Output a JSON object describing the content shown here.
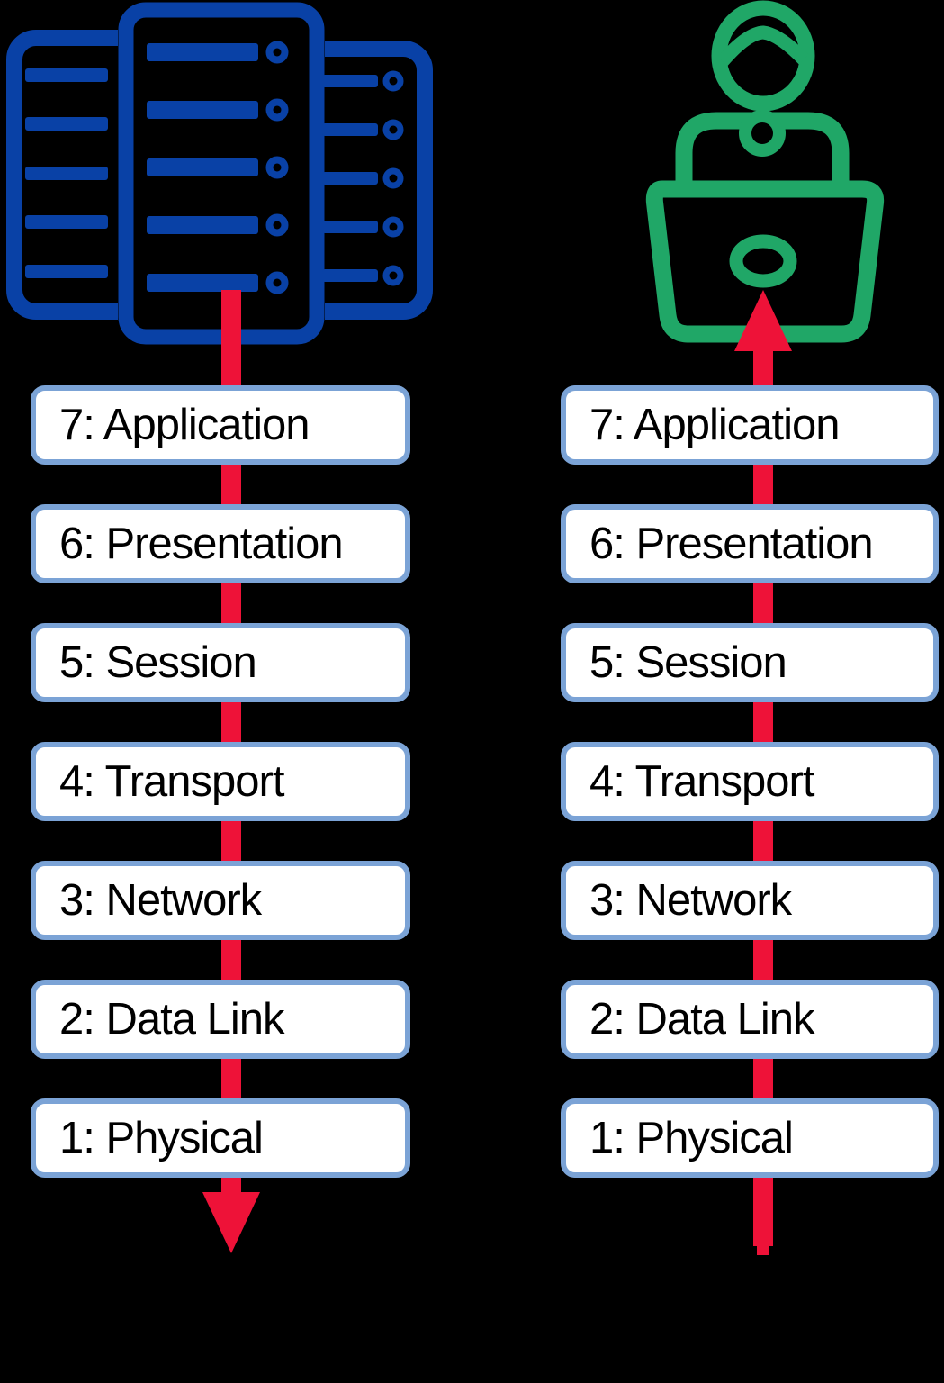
{
  "background_color": "#000000",
  "palette": {
    "server_blue": "#0941A6",
    "person_green": "#20A767",
    "arrow_red": "#EE1238",
    "box_border_blue": "#7BA3D6",
    "box_fill": "#FFFFFF",
    "label_text": "#000000"
  },
  "left_column": {
    "icon": "server-stack-icon",
    "arrow_direction": "down",
    "layers": [
      {
        "label": "7: Application"
      },
      {
        "label": "6: Presentation"
      },
      {
        "label": "5: Session"
      },
      {
        "label": "4: Transport"
      },
      {
        "label": "3: Network"
      },
      {
        "label": "2: Data Link"
      },
      {
        "label": "1: Physical"
      }
    ]
  },
  "right_column": {
    "icon": "person-at-laptop-icon",
    "arrow_direction": "up",
    "layers": [
      {
        "label": "7: Application"
      },
      {
        "label": "6: Presentation"
      },
      {
        "label": "5: Session"
      },
      {
        "label": "4: Transport"
      },
      {
        "label": "3: Network"
      },
      {
        "label": "2: Data Link"
      },
      {
        "label": "1: Physical"
      }
    ]
  }
}
